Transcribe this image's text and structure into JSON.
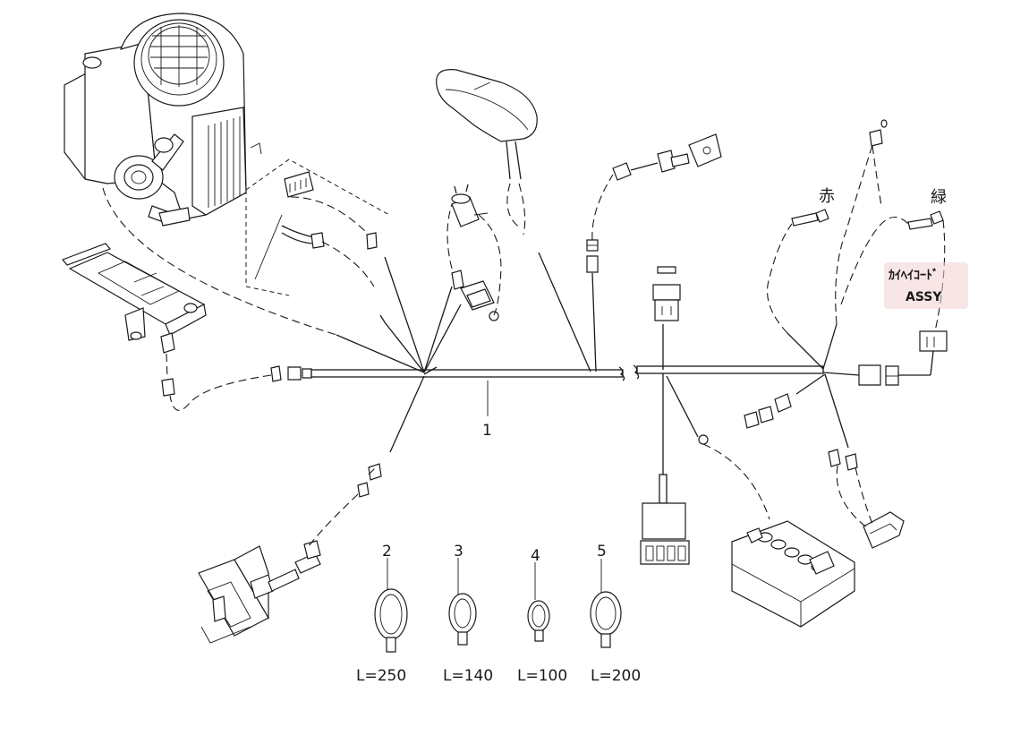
{
  "callouts": {
    "harness": "1",
    "tie_250": "2",
    "tie_140": "3",
    "tie_100": "4",
    "tie_200": "5"
  },
  "lengths": {
    "tie_250": "L=250",
    "tie_140": "L=140",
    "tie_100": "L=100",
    "tie_200": "L=200"
  },
  "wire_colors": {
    "red_label": "赤",
    "green_label": "緑"
  },
  "extension_cord": {
    "line1": "ｶｲﾍｲｺｰﾄﾞ",
    "line2": "ASSY",
    "highlight_color": "#f3cfd2"
  }
}
